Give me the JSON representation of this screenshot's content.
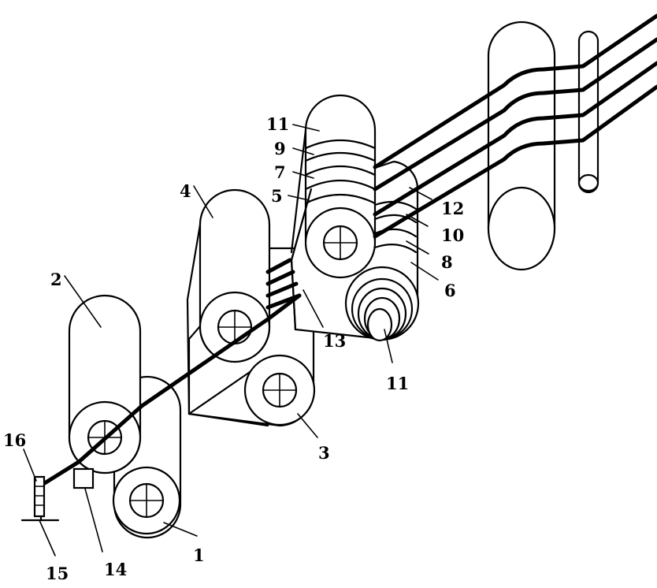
{
  "labels": {
    "l1": "1",
    "l2": "2",
    "l3": "3",
    "l4": "4",
    "l5": "5",
    "l6": "6",
    "l7": "7",
    "l8": "8",
    "l9": "9",
    "l10": "10",
    "l11_top": "11",
    "l11_bottom": "11",
    "l12": "12",
    "l13": "13",
    "l14": "14",
    "l15": "15",
    "l16": "16"
  }
}
